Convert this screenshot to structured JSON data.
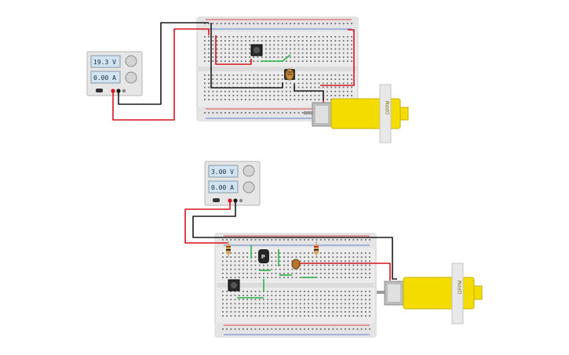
{
  "circuit_1": {
    "power_supply": {
      "voltage": "19.3 V",
      "current": "0.00 A"
    },
    "motor": {
      "label": "DPPM"
    }
  },
  "circuit_2": {
    "power_supply": {
      "voltage": "3.00 V",
      "current": "0.00 A"
    },
    "transistor": {
      "label": "P"
    },
    "motor": {
      "label": "DPPM"
    }
  },
  "colors": {
    "wire_red": "#d8141e",
    "wire_black": "#1a1a1a",
    "wire_green": "#2bb34a",
    "motor_yellow": "#f4dc00",
    "breadboard": "#eeeeee",
    "lcd": "#cfe3f0"
  }
}
